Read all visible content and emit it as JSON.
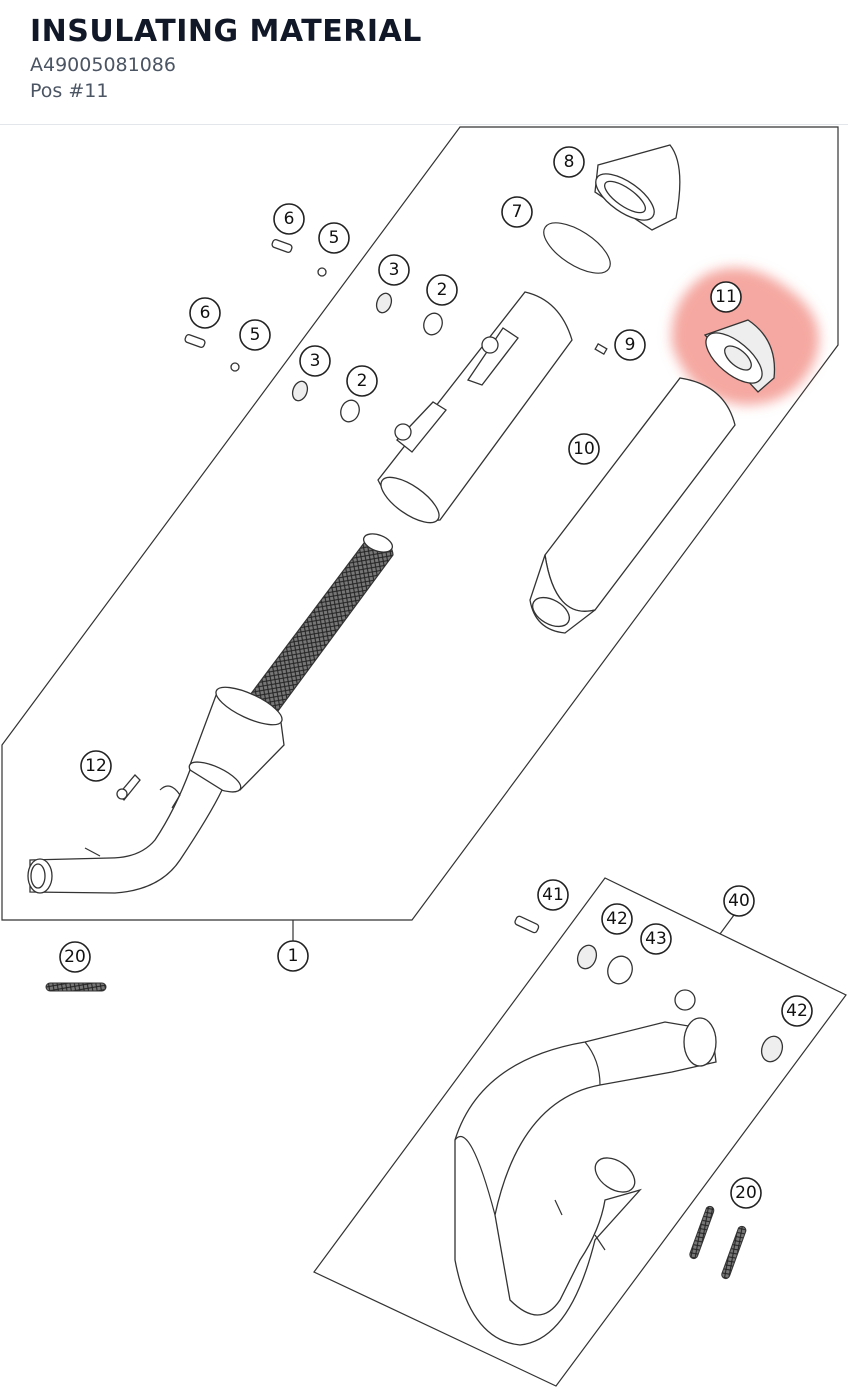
{
  "header": {
    "title": "INSULATING MATERIAL",
    "part_number": "A49005081086",
    "position": "Pos #11"
  },
  "diagram": {
    "highlight_color": "#f28b82",
    "highlighted_position": "11",
    "callouts": {
      "c8": "8",
      "c7": "7",
      "c6a": "6",
      "c5a": "5",
      "c3a": "3",
      "c2a": "2",
      "c6b": "6",
      "c5b": "5",
      "c3b": "3",
      "c2b": "2",
      "c11": "11",
      "c9": "9",
      "c10": "10",
      "c12": "12",
      "c20a": "20",
      "c1": "1",
      "c41": "41",
      "c42a": "42",
      "c43": "43",
      "c40": "40",
      "c42b": "42",
      "c20b": "20"
    }
  }
}
